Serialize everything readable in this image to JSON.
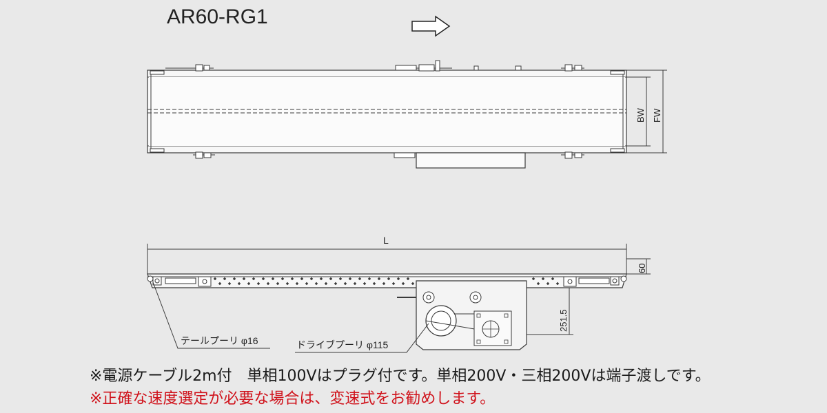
{
  "model": "AR60-RG1",
  "dimensions": {
    "belt_width": "BW",
    "frame_width": "FW",
    "length": "L",
    "frame_height": "60",
    "drive_height": "251.5"
  },
  "callouts": {
    "tail_pulley": "テールプーリ φ16",
    "drive_pulley": "ドライブプーリ φ115"
  },
  "notes": {
    "power": "※電源ケーブル2m付　単相100Vはプラグ付です。単相200V・三相200Vは端子渡しです。",
    "speed": "※正確な速度選定が必要な場合は、変速式をお勧めします。"
  },
  "colors": {
    "background": "#e9e9e9",
    "line": "#3a3a3a",
    "note_warning": "#d0121b"
  },
  "icons": {
    "direction": "arrow-right-icon"
  }
}
